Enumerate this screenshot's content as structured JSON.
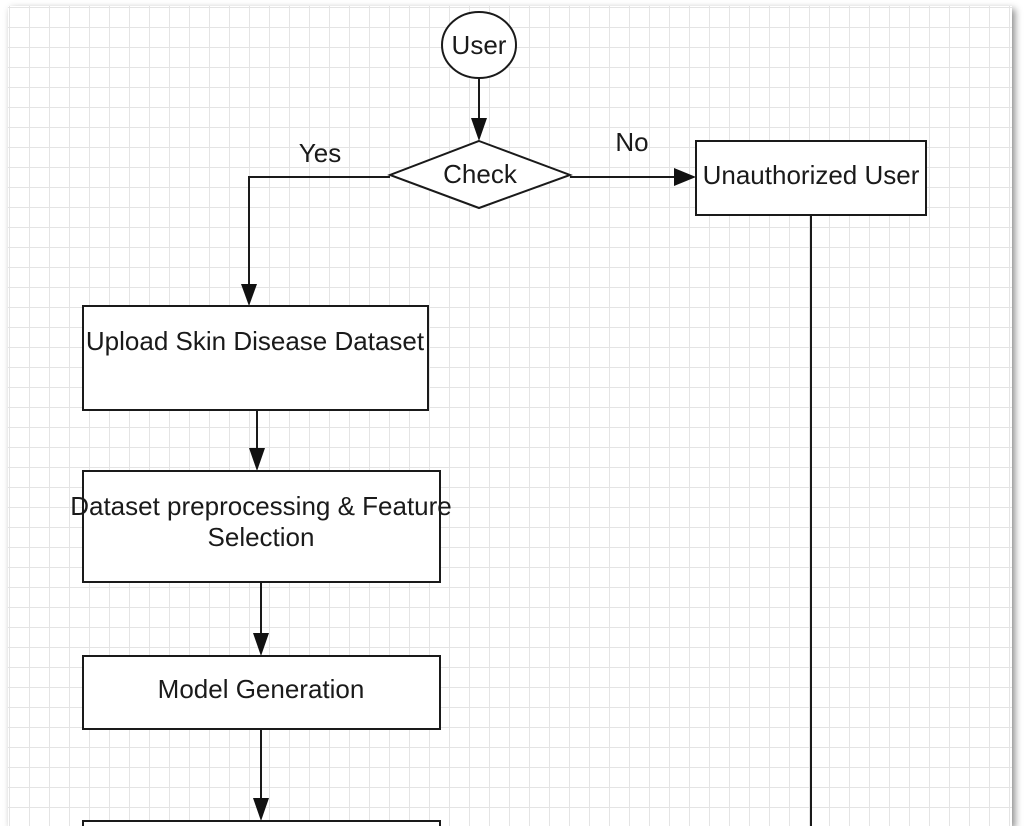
{
  "nodes": {
    "user": "User",
    "check": "Check",
    "unauthorized": "Unauthorized User",
    "upload": "Upload Skin Disease Dataset",
    "preprocess_line1": "Dataset preprocessing & Feature",
    "preprocess_line2": "Selection",
    "model": "Model Generation"
  },
  "edges": {
    "yes": "Yes",
    "no": "No"
  },
  "colors": {
    "stroke": "#1a1a1a",
    "grid": "#e4e4e4",
    "background": "#ffffff"
  }
}
